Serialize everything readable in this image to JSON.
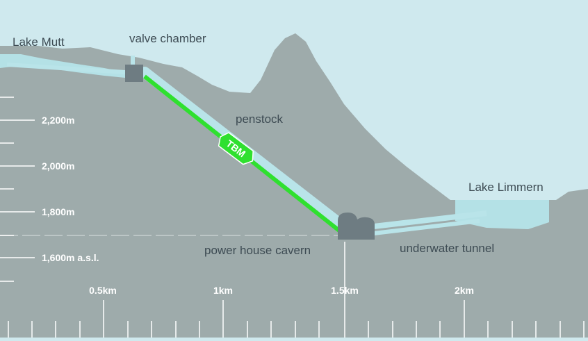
{
  "labels": {
    "lake_mutt": "Lake Mutt",
    "valve_chamber": "valve chamber",
    "penstock": "penstock",
    "tbm": "TBM",
    "lake_limmern": "Lake Limmern",
    "power_house": "power house cavern",
    "underwater_tunnel": "underwater tunnel"
  },
  "elevation_labels": [
    "2,200m",
    "2,000m",
    "1,800m",
    "1,600m a.s.l."
  ],
  "distance_labels": [
    "0.5km",
    "1km",
    "1.5km",
    "2km"
  ],
  "colors": {
    "sky": "#cfe9ee",
    "ground": "#9eabab",
    "water": "#b4e1e6",
    "tunnel": "#b9e4e9",
    "penstock": "#2fe02f",
    "structure": "#6e7c82",
    "label": "#3d4b53"
  }
}
